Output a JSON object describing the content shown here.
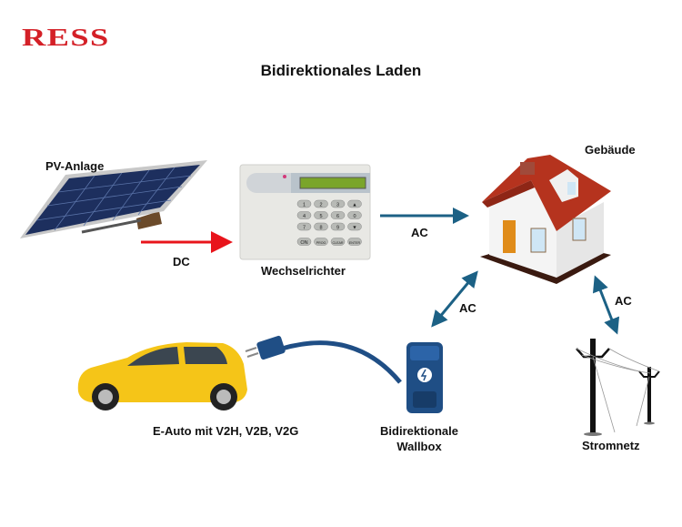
{
  "logo": {
    "text": "RESS",
    "color": "#d42027"
  },
  "title": "Bidirektionales Laden",
  "components": {
    "pv": "PV-Anlage",
    "inverter": "Wechselrichter",
    "building": "Gebäude",
    "car": "E-Auto mit V2H, V2B, V2G",
    "wallbox_line1": "Bidirektionale",
    "wallbox_line2": "Wallbox",
    "grid": "Stromnetz"
  },
  "flows": {
    "pv_to_inverter": "DC",
    "inverter_to_building": "AC",
    "wallbox_building": "AC",
    "grid_building": "AC"
  },
  "keypad": [
    "1",
    "2",
    "3",
    "▲",
    "4",
    "5",
    "6",
    "0",
    "7",
    "8",
    "9",
    "▼",
    "ON",
    "PROG",
    "CLEAR",
    "ENTER"
  ],
  "colors": {
    "dc_arrow": "#e8141b",
    "ac_arrow": "#1c6185",
    "car": "#f5c518",
    "wallbox": "#1f4e85"
  }
}
